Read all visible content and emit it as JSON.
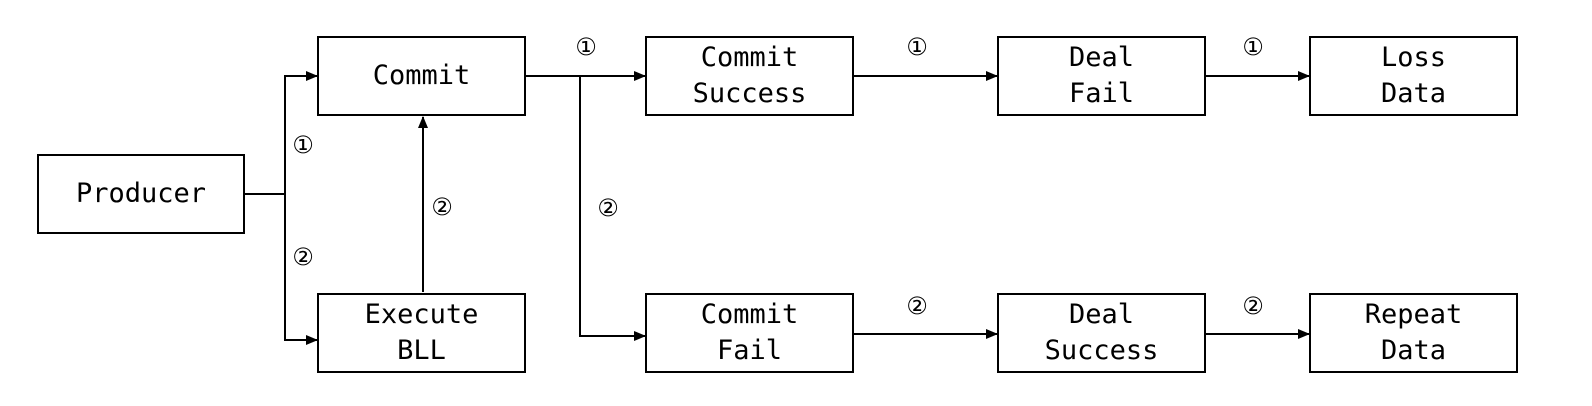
{
  "nodes": {
    "producer": "Producer",
    "commit": "Commit",
    "execute_bll": "Execute\nBLL",
    "commit_success": "Commit\nSuccess",
    "commit_fail": "Commit\nFail",
    "deal_fail": "Deal\nFail",
    "deal_success": "Deal\nSuccess",
    "loss_data": "Loss\nData",
    "repeat_data": "Repeat\nData"
  },
  "labels": {
    "path1": "①",
    "path2": "②"
  },
  "colors": {
    "stroke": "#000000",
    "background": "#ffffff"
  }
}
